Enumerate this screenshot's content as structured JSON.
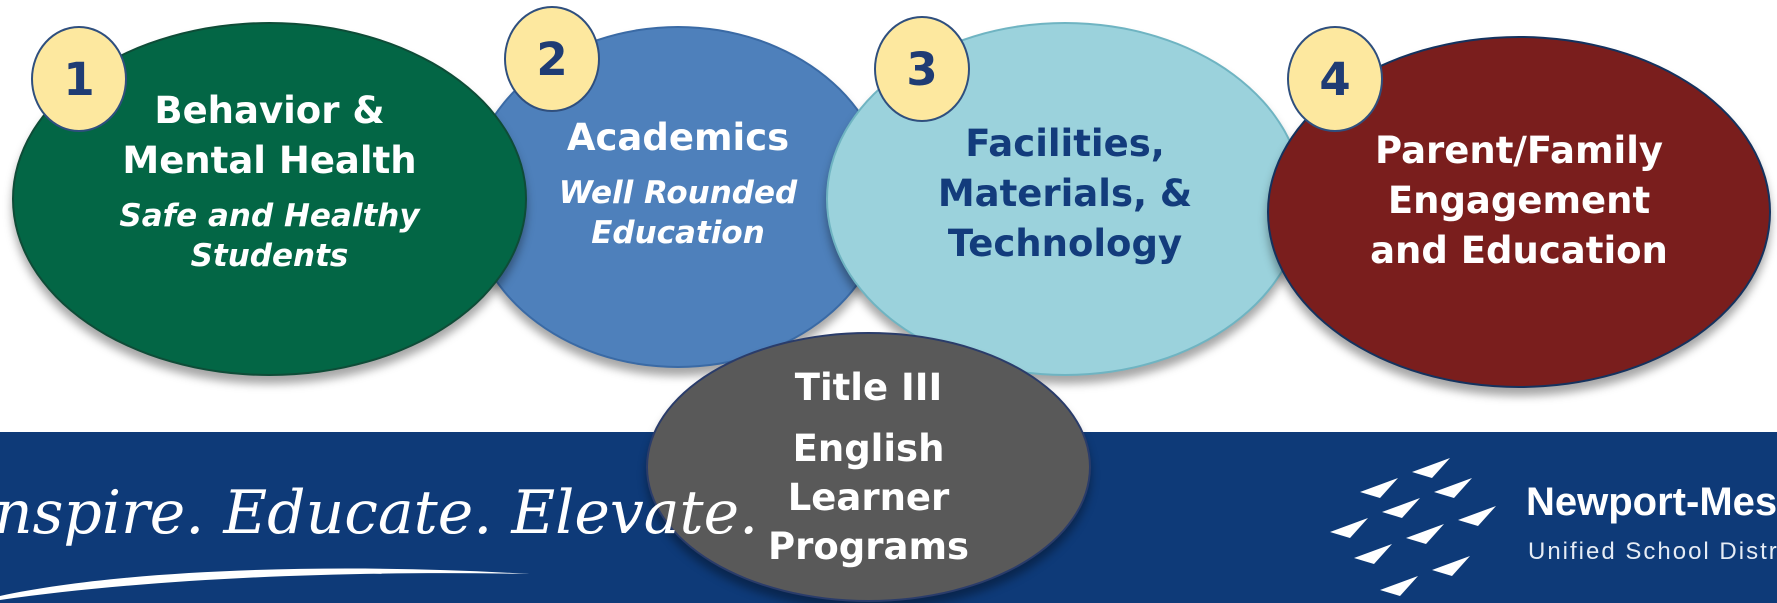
{
  "pillars": [
    {
      "number": "1",
      "title_lines": [
        "Behavior &",
        "Mental Health"
      ],
      "subtitle_lines": [
        "Safe and Healthy",
        "Students"
      ],
      "color": "#036645"
    },
    {
      "number": "2",
      "title_lines": [
        "Academics"
      ],
      "subtitle_lines": [
        "Well Rounded",
        "Education"
      ],
      "color": "#4e80bb"
    },
    {
      "number": "3",
      "title_lines": [
        "Facilities,",
        "Materials, &",
        "Technology"
      ],
      "color": "#9bd2dc"
    },
    {
      "number": "4",
      "title_lines": [
        "Parent/Family",
        "Engagement",
        "and Education"
      ],
      "color": "#7a1e1d"
    }
  ],
  "center": {
    "title": "Title III",
    "lines": [
      "English",
      "Learner",
      "Programs"
    ],
    "color": "#595959"
  },
  "footer": {
    "tagline": "nspire. Educate. Elevate.",
    "org_name": "Newport-Mesa",
    "org_subtitle": "Unified School District",
    "band_color": "#0e3a78"
  },
  "number_badge_color": "#fde89f"
}
